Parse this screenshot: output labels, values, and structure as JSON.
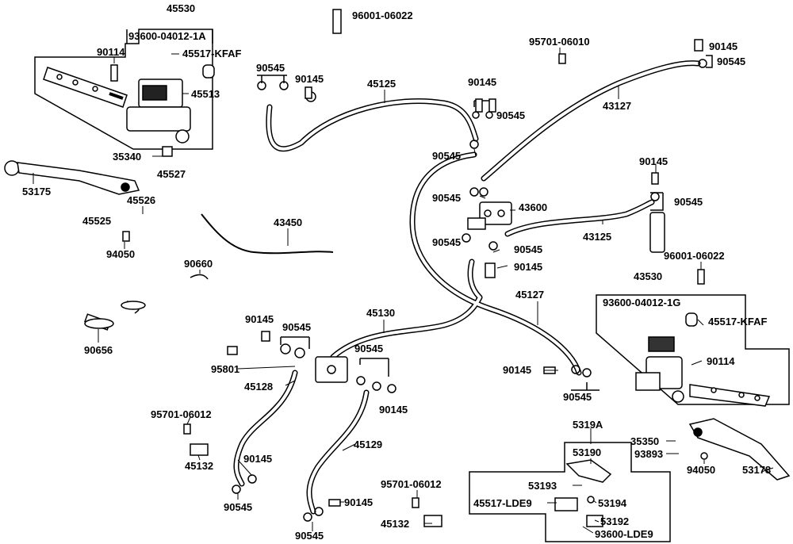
{
  "labels": {
    "l45530": "45530",
    "l93600_1A": "93600-04012-1A",
    "l90114a": "90114",
    "l45517_KFAF_a": "45517-KFAF",
    "l45513": "45513",
    "l35340": "35340",
    "l45527": "45527",
    "l53175": "53175",
    "l45526": "45526",
    "l45525": "45525",
    "l94050a": "94050",
    "l90656": "90656",
    "l90660": "90660",
    "l43450": "43450",
    "l96001a": "96001-06022",
    "l90545_tl": "90545",
    "l90145_tl": "90145",
    "l45125": "45125",
    "l95701a": "95701-06010",
    "l90145_c": "90145",
    "l90545_c": "90545",
    "l90545_c2": "90545",
    "l90545_c3": "90545",
    "l90145_tr": "90145",
    "l90545_tr": "90545",
    "l43127": "43127",
    "l43600": "43600",
    "l90145_r": "90145",
    "l90545_r": "90545",
    "l43125": "43125",
    "l90545_m1": "90545",
    "l90545_m2": "90545",
    "l90145_m": "90145",
    "l96001b": "96001-06022",
    "l43530": "43530",
    "l93600_1G": "93600-04012-1G",
    "l45517_KFAF_b": "45517-KFAF",
    "l90114b": "90114",
    "l45127": "45127",
    "l90145_b1": "90145",
    "l90545_b1": "90545",
    "l45130": "45130",
    "l90145_l": "90145",
    "l90545_l": "90545",
    "l95801": "95801",
    "l45128": "45128",
    "l90545_l2": "90545",
    "l90145_l2": "90145",
    "l95701b": "95701-06012",
    "l45132a": "45132",
    "l90145_l3": "90145",
    "l90545_l3": "90545",
    "l45129": "45129",
    "l95701c": "95701-06012",
    "l90145_b2": "90145",
    "l45132b": "45132",
    "l90545_b2": "90545",
    "l5319A": "5319A",
    "l53190": "53190",
    "l53193": "53193",
    "l45517_LDE9": "45517-LDE9",
    "l53194": "53194",
    "l53192": "53192",
    "l93600_LDE9": "93600-LDE9",
    "l35350": "35350",
    "l93893": "93893",
    "l94050b": "94050",
    "l53178": "53178"
  }
}
